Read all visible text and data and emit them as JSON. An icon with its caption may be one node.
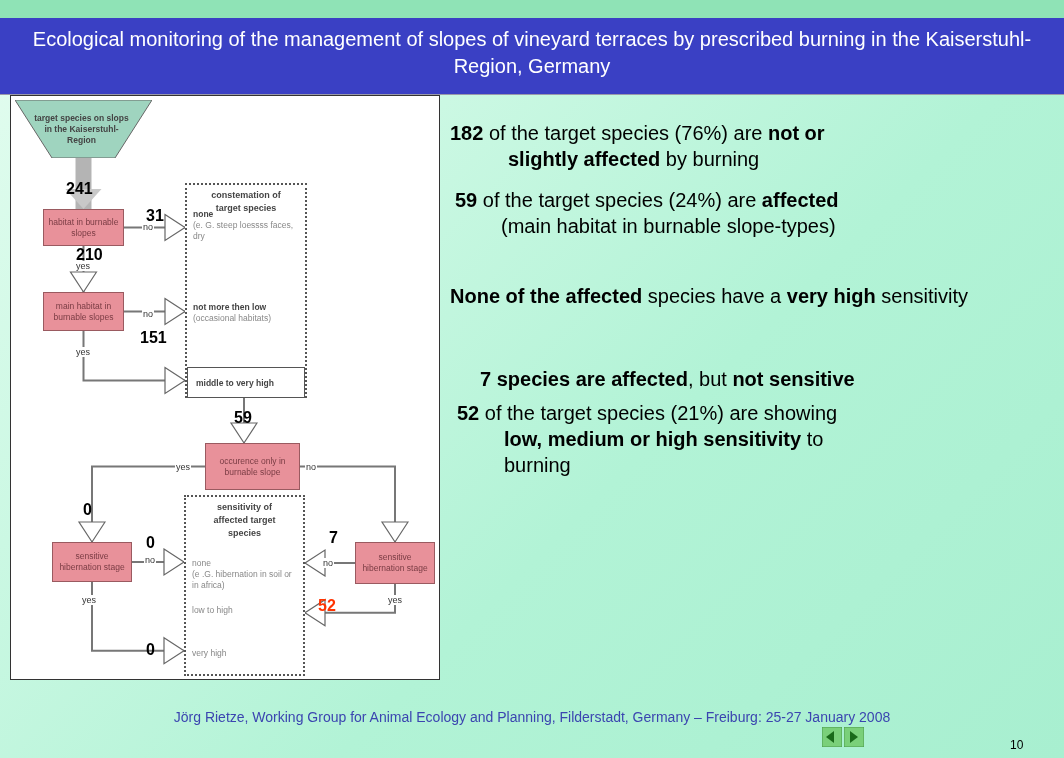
{
  "diagram": {
    "title": "Ecological monitoring of the management of slopes of vineyard terraces by prescribed burning in the Kaiserstuhl-Region, Germany",
    "nodes": [
      {
        "text": [
          "target species on slops in the Kaiserstuhl-Region"
        ]
      },
      {
        "text": [
          "habitat in burnable slopes"
        ]
      },
      {
        "text": [
          "constemation of target species",
          "none",
          "(e. G. steep loessss faces, dry",
          "not more then low",
          "(occasional habitats)"
        ]
      },
      {
        "text": [
          "main habitat in burnable slopes"
        ]
      },
      {
        "text": [
          "middle to very high"
        ],
        "in": 2
      },
      {
        "text": [
          "occurence only in burnable slope"
        ]
      },
      {
        "text": [
          "sensitive hibernation stage"
        ]
      },
      {
        "text": [
          "sensitivity of affected target species",
          "none",
          "(e .G. hibernation in soil or in africa)",
          "low to high",
          "very high"
        ]
      },
      {
        "text": [
          "sensitive hibernation stage"
        ]
      }
    ],
    "edges": [
      {
        "from": 0,
        "to": 1,
        "arrow": "to",
        "style": "thick",
        "color": "#b4b4b4"
      },
      {
        "from": 1,
        "to": 2,
        "arrow": "to",
        "label": "no"
      },
      {
        "from": 1,
        "to": 3,
        "arrow": "to",
        "label": "yes"
      },
      {
        "from": 3,
        "to": 2,
        "arrow": "to",
        "label": "no"
      },
      {
        "from": 3,
        "to": 4,
        "arrow": "to",
        "label": "yes"
      },
      {
        "from": 4,
        "to": 5,
        "arrow": "to"
      },
      {
        "from": 5,
        "to": 6,
        "arrow": "to",
        "label": "yes"
      },
      {
        "from": 5,
        "to": 8,
        "arrow": "to",
        "label": "no"
      },
      {
        "from": 6,
        "to": 7,
        "arrow": "to",
        "label": "no"
      },
      {
        "from": 6,
        "to": 7,
        "arrow": "to",
        "label": "yes"
      },
      {
        "from": 8,
        "to": 7,
        "arrow": "to",
        "label": "no"
      },
      {
        "from": 8,
        "to": 7,
        "arrow": "to",
        "label": "yes"
      }
    ],
    "labels": [
      "241",
      "31",
      "210",
      "151",
      "59",
      "0",
      "0",
      "0",
      "7",
      "52",
      "**182** of the target species (76%) are **not or slightly affected** by burning",
      "**59** of the target species (24%) are **affected** (main habitat in burnable slope-types)",
      "**None of the affected** species have a **very high** sensitivity",
      "**7 species are affected**, but **not sensitive**",
      "**52** of the target species (21%) are showing **low, medium or high sensitivity** to burning",
      "Jörg Rietze, Working Group for Animal Ecology and Planning, Filderstadt, Germany – Freiburg: 25-27 January 2008",
      "10"
    ]
  }
}
